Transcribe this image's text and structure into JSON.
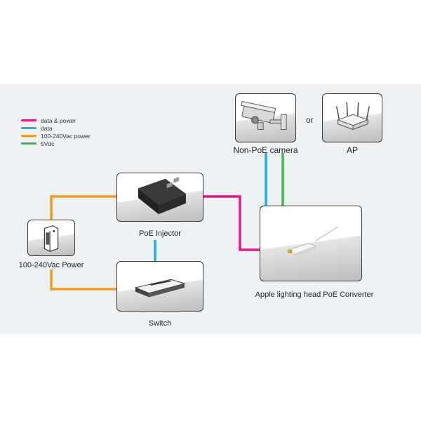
{
  "legend": [
    {
      "label": "data & power",
      "color": "#e5188b"
    },
    {
      "label": "data",
      "color": "#1eaee3"
    },
    {
      "label": "100-240Vac power",
      "color": "#f59a23"
    },
    {
      "label": "5Vdc",
      "color": "#45b649"
    }
  ],
  "nodes": {
    "camera": {
      "label": "Non-PoE camera",
      "icon": "security-camera-icon"
    },
    "ap": {
      "label": "AP",
      "icon": "wireless-access-point-icon"
    },
    "separator": "or",
    "injector": {
      "label": "PoE Injector",
      "icon": "poe-injector-icon"
    },
    "power": {
      "label": "100-240Vac Power",
      "icon": "power-outlet-icon"
    },
    "switch": {
      "label": "Switch",
      "icon": "network-switch-icon"
    },
    "converter": {
      "label": "Apple lighting head PoE Converter",
      "icon": "poe-converter-icon"
    }
  },
  "connections": [
    {
      "from": "power",
      "to": "injector",
      "type": "100-240Vac power"
    },
    {
      "from": "power",
      "to": "switch",
      "type": "100-240Vac power"
    },
    {
      "from": "injector",
      "to": "switch",
      "type": "data"
    },
    {
      "from": "injector",
      "to": "converter",
      "type": "data & power"
    },
    {
      "from": "converter",
      "to": "camera",
      "type": "data"
    },
    {
      "from": "converter",
      "to": "camera",
      "type": "5Vdc"
    }
  ]
}
